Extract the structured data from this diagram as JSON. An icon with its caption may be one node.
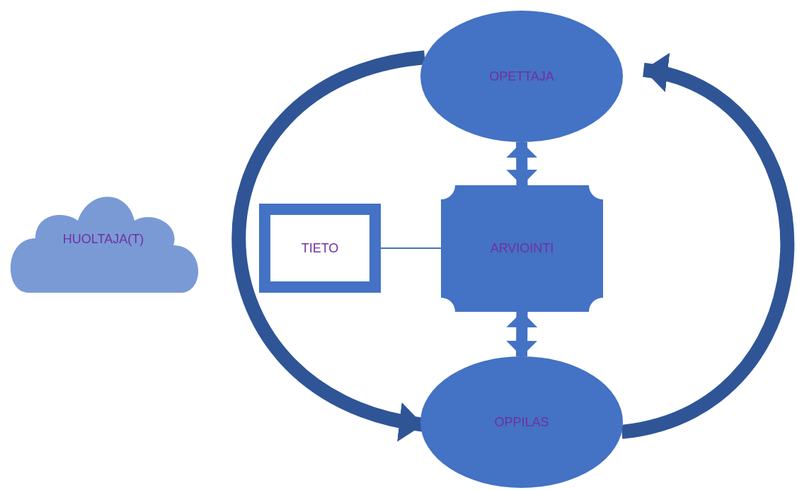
{
  "diagram": {
    "nodes": [
      {
        "text": [
          "OPETTAJA"
        ]
      },
      {
        "text": [
          "HUOLTAJA(T)"
        ]
      },
      {
        "text": [
          "TIETO"
        ]
      },
      {
        "text": [
          "ARVIOINTI"
        ]
      },
      {
        "text": [
          "OPPILAS"
        ]
      }
    ],
    "edges": [
      {
        "from": 0,
        "to": 4,
        "arrow": "to",
        "color": "#2f5597"
      },
      {
        "from": 4,
        "to": 0,
        "arrow": "to",
        "color": "#2f5597"
      },
      {
        "from": 0,
        "to": 3,
        "arrow": "both"
      },
      {
        "from": 3,
        "to": 4,
        "arrow": "both"
      },
      {
        "from": 2,
        "to": 3,
        "arrow": "none"
      }
    ]
  }
}
